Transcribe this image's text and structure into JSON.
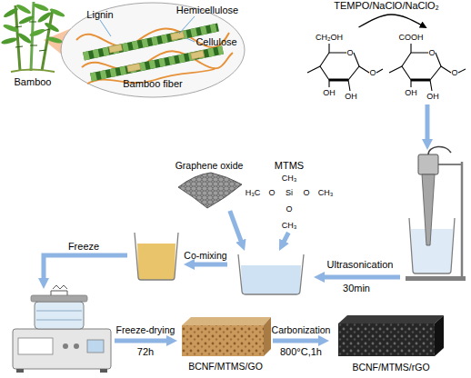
{
  "diagram": {
    "nodes": [
      {
        "text": [
          "Bamboo"
        ]
      },
      {
        "text": [
          "Lignin",
          "Hemicellulose",
          "Cellulose",
          "Bamboo fiber"
        ]
      },
      {
        "text": [
          "CH₂OH",
          "O",
          "O",
          "OH",
          "OH"
        ]
      },
      {
        "text": [
          "COOH",
          "O",
          "O",
          "OH",
          "OH"
        ]
      },
      {
        "text": [
          "Graphene oxide"
        ]
      },
      {
        "text": [
          "MTMS",
          "CH₃",
          "H₃C",
          "O",
          "Si",
          "O",
          "CH₃",
          "O",
          "CH₃"
        ]
      },
      {
        "text": []
      },
      {
        "text": []
      },
      {
        "text": []
      },
      {
        "text": []
      },
      {
        "text": [
          "BCNF/MTMS/GO"
        ]
      },
      {
        "text": [
          "BCNF/MTMS/rGO"
        ]
      }
    ],
    "edges": [
      {
        "from": 2,
        "to": 3,
        "label": "TEMPO/NaClO/NaClO₂",
        "arrow": "to"
      },
      {
        "from": 3,
        "to": 6,
        "arrow": "to"
      },
      {
        "from": 6,
        "to": 7,
        "label": "Ultrasonication",
        "arrow": "to"
      },
      {
        "from": 4,
        "to": 7,
        "arrow": "to"
      },
      {
        "from": 5,
        "to": 7,
        "arrow": "to"
      },
      {
        "from": 7,
        "to": 8,
        "label": "Co-mixing",
        "arrow": "to"
      },
      {
        "from": 8,
        "to": 9,
        "label": "Freeze",
        "arrow": "to"
      },
      {
        "from": 9,
        "to": 10,
        "label": "Freeze-drying",
        "arrow": "to"
      },
      {
        "from": 10,
        "to": 11,
        "label": "Carbonization",
        "arrow": "to"
      }
    ],
    "labels": [
      "30min",
      "72h",
      "800°C,1h"
    ]
  }
}
